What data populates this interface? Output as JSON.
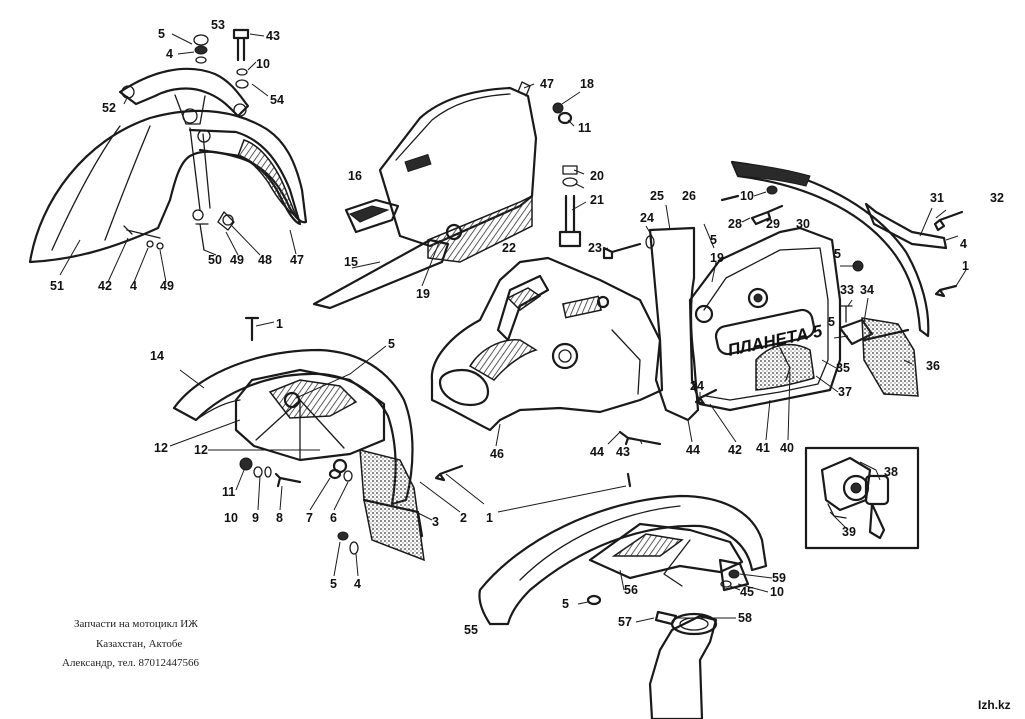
{
  "brand_label": "ПЛАНЕТА 5",
  "caption": {
    "line1": "Запчасти на мотоцикл ИЖ",
    "line2": "Казахстан, Актобе",
    "line3": "Александр, тел. 87012447566"
  },
  "site": "Izh.kz",
  "callouts": [
    {
      "label": "53"
    },
    {
      "label": "5"
    },
    {
      "label": "4"
    },
    {
      "label": "43"
    },
    {
      "label": "10"
    },
    {
      "label": "54"
    },
    {
      "label": "52"
    },
    {
      "label": "51"
    },
    {
      "label": "42"
    },
    {
      "label": "4"
    },
    {
      "label": "49"
    },
    {
      "label": "50"
    },
    {
      "label": "49"
    },
    {
      "label": "48"
    },
    {
      "label": "47"
    },
    {
      "label": "47"
    },
    {
      "label": "18"
    },
    {
      "label": "11"
    },
    {
      "label": "16"
    },
    {
      "label": "15"
    },
    {
      "label": "19"
    },
    {
      "label": "20"
    },
    {
      "label": "21"
    },
    {
      "label": "22"
    },
    {
      "label": "25"
    },
    {
      "label": "26"
    },
    {
      "label": "24"
    },
    {
      "label": "5"
    },
    {
      "label": "23"
    },
    {
      "label": "19"
    },
    {
      "label": "10"
    },
    {
      "label": "28"
    },
    {
      "label": "29"
    },
    {
      "label": "30"
    },
    {
      "label": "31"
    },
    {
      "label": "32"
    },
    {
      "label": "4"
    },
    {
      "label": "5"
    },
    {
      "label": "1"
    },
    {
      "label": "33"
    },
    {
      "label": "34"
    },
    {
      "label": "5"
    },
    {
      "label": "36"
    },
    {
      "label": "35"
    },
    {
      "label": "37"
    },
    {
      "label": "24"
    },
    {
      "label": "44"
    },
    {
      "label": "42"
    },
    {
      "label": "41"
    },
    {
      "label": "40"
    },
    {
      "label": "46"
    },
    {
      "label": "44"
    },
    {
      "label": "43"
    },
    {
      "label": "1"
    },
    {
      "label": "5"
    },
    {
      "label": "14"
    },
    {
      "label": "12"
    },
    {
      "label": "12"
    },
    {
      "label": "11"
    },
    {
      "label": "10"
    },
    {
      "label": "9"
    },
    {
      "label": "8"
    },
    {
      "label": "7"
    },
    {
      "label": "6"
    },
    {
      "label": "3"
    },
    {
      "label": "2"
    },
    {
      "label": "1"
    },
    {
      "label": "5"
    },
    {
      "label": "4"
    },
    {
      "label": "38"
    },
    {
      "label": "39"
    },
    {
      "label": "59"
    },
    {
      "label": "45"
    },
    {
      "label": "10"
    },
    {
      "label": "56"
    },
    {
      "label": "5"
    },
    {
      "label": "58"
    },
    {
      "label": "57"
    },
    {
      "label": "55"
    }
  ]
}
